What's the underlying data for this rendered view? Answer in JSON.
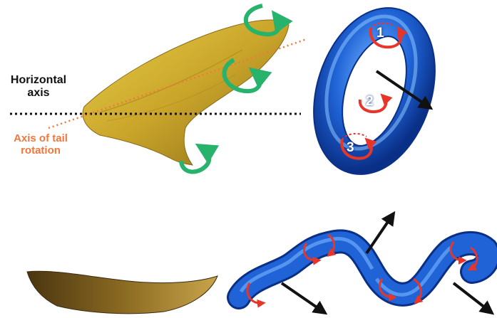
{
  "labels": {
    "horizontal_axis": "Horizontal axis",
    "tail_rotation_axis": "Axis of tail rotation"
  },
  "torus_numbers": [
    "1",
    "2",
    "3"
  ],
  "colors": {
    "horizontal_axis_line": "#111111",
    "tail_axis_line": "#f2773c",
    "torus_blue": "#1f63d6",
    "rotation_arrow_green": "#27b36b",
    "vortex_arrow_red": "#e8352a",
    "tail_yellow": "#c9a52a"
  },
  "icons": [
    "green-rotation-arrow-icon",
    "red-circulation-arrow-icon",
    "black-direction-arrow-icon"
  ]
}
